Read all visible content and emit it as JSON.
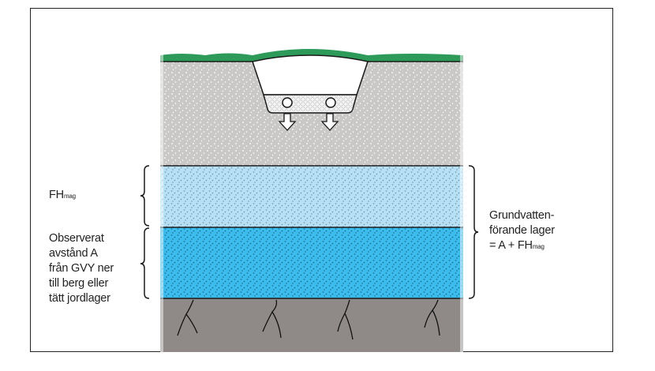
{
  "labels": {
    "fh_mag": {
      "main": "FH",
      "sub": "mag"
    },
    "observed_distance": [
      "Observerat",
      "avstånd A",
      "från GVY ner",
      "till berg eller",
      "tätt jordlager"
    ],
    "aquifer": {
      "line1": "Grundvatten-",
      "line2": "förande lager",
      "line3_main": "= A + FH",
      "line3_sub": "mag"
    }
  },
  "colors": {
    "grass": "#2e9a5a",
    "soil": "#c9c8c6",
    "upper_aquifer": "#b5e0f6",
    "lower_aquifer": "#3bbcec",
    "rock": "#8f8988",
    "line": "#1a1a1a"
  }
}
